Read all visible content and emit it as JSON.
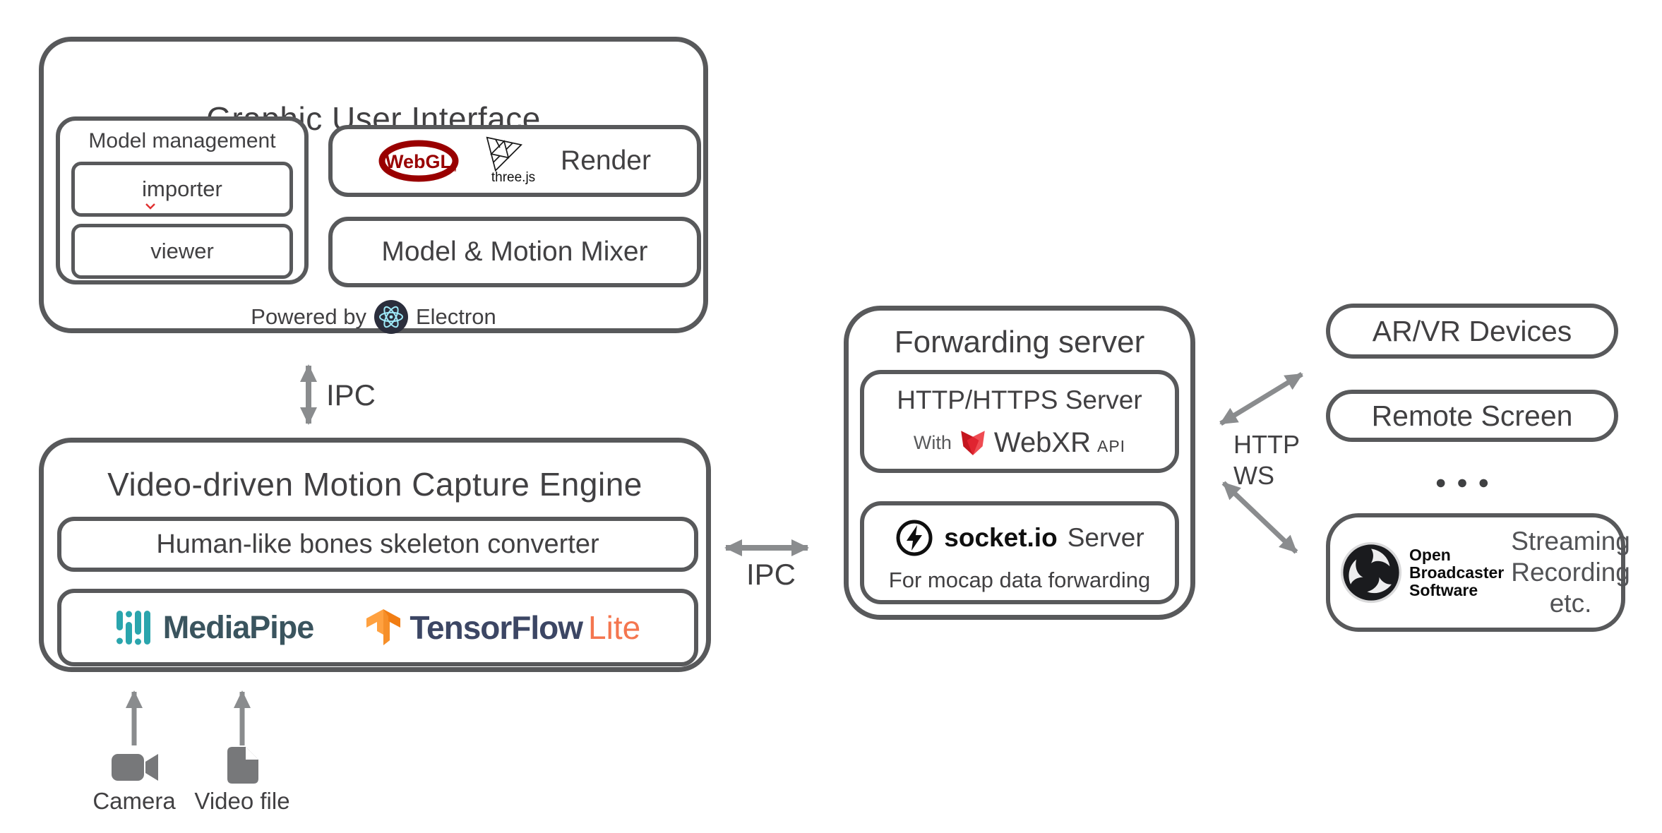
{
  "gui": {
    "title": "Graphic User Interface",
    "model_management": {
      "title": "Model management",
      "importer": "importer",
      "viewer": "viewer"
    },
    "render_box": {
      "webgl": "WebGL",
      "webgl_tm": "™",
      "threejs_caption": "three.js",
      "label": "Render"
    },
    "mixer_label": "Model & Motion Mixer",
    "powered_by": "Powered by",
    "electron": "Electron"
  },
  "links": {
    "ipc_gui": "IPC",
    "ipc_server": "IPC",
    "http": "HTTP",
    "ws": "WS"
  },
  "engine": {
    "title": "Video-driven Motion Capture Engine",
    "converter": "Human-like bones skeleton converter",
    "mediapipe": "MediaPipe",
    "tensorflow": "TensorFlow",
    "tensorflow_lite": "Lite"
  },
  "inputs": {
    "camera": "Camera",
    "video_file": "Video file"
  },
  "forwarding": {
    "title": "Forwarding server",
    "http_box": {
      "title": "HTTP/HTTPS Server",
      "with_label": "With",
      "webxr": "WebXR",
      "api": "API"
    },
    "socket_box": {
      "brand": "socket.io",
      "label": "Server",
      "desc": "For mocap data forwarding"
    }
  },
  "outputs": {
    "arvr": "AR/VR Devices",
    "remote": "Remote Screen",
    "ellipsis": "●●●",
    "obs": {
      "name_lines": [
        "Open",
        "Broadcaster",
        "Software"
      ],
      "desc_lines": [
        "Streaming",
        "Recording",
        "etc."
      ]
    }
  },
  "icons": {
    "webgl": "webgl-logo",
    "threejs": "threejs-logo",
    "electron": "electron-logo",
    "mediapipe": "mediapipe-logo",
    "tensorflow": "tensorflow-logo",
    "webxr": "webxr-logo",
    "socketio": "socketio-logo",
    "obs": "obs-logo",
    "camera": "camera-icon",
    "video_file": "video-file-icon"
  },
  "colors": {
    "border": "#58595b",
    "text": "#414042",
    "arrow": "#8a8c8e",
    "webgl_red": "#990000",
    "webxr_red": "#d62732",
    "electron_bg": "#2b2e3c",
    "electron_fg": "#9feaf9",
    "mediapipe_teal": "#2aa5ad",
    "mediapipe_text": "#3a545e",
    "tensorflow_orange": "#f78e2a",
    "tensorflow_text": "#3c4664",
    "tensorflow_lite": "#f4764f",
    "spellcheck_red": "#e03131"
  }
}
